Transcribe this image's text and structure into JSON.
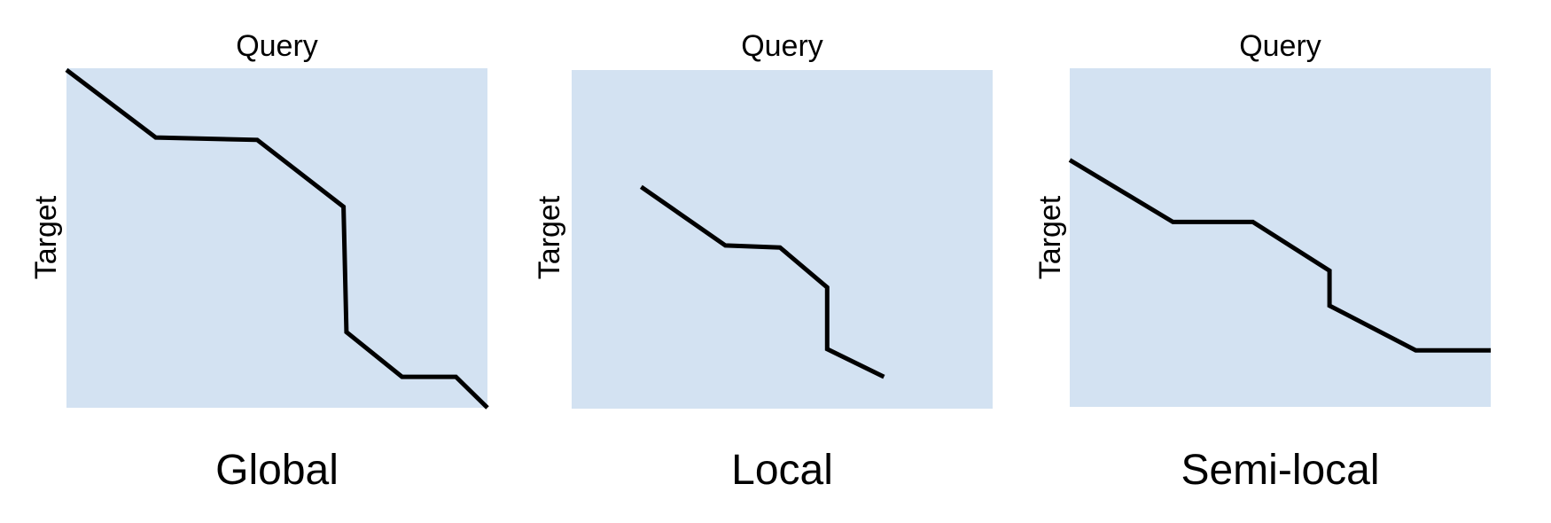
{
  "colors": {
    "plot_background": "#d3e2f2",
    "path_stroke": "#000000"
  },
  "panels": [
    {
      "id": "global",
      "query_label": "Query",
      "target_label": "Target",
      "caption": "Global",
      "path": [
        [
          0.0,
          0.005
        ],
        [
          0.212,
          0.204
        ],
        [
          0.453,
          0.211
        ],
        [
          0.658,
          0.408
        ],
        [
          0.665,
          0.777
        ],
        [
          0.797,
          0.909
        ],
        [
          0.925,
          0.909
        ],
        [
          1.0,
          1.0
        ]
      ]
    },
    {
      "id": "local",
      "query_label": "Query",
      "target_label": "Target",
      "caption": "Local",
      "path": [
        [
          0.165,
          0.345
        ],
        [
          0.365,
          0.518
        ],
        [
          0.495,
          0.524
        ],
        [
          0.607,
          0.642
        ],
        [
          0.607,
          0.824
        ],
        [
          0.742,
          0.906
        ]
      ]
    },
    {
      "id": "semi-local",
      "query_label": "Query",
      "target_label": "Target",
      "caption": "Semi-local",
      "path": [
        [
          0.0,
          0.271
        ],
        [
          0.245,
          0.454
        ],
        [
          0.435,
          0.454
        ],
        [
          0.617,
          0.598
        ],
        [
          0.617,
          0.701
        ],
        [
          0.822,
          0.833
        ],
        [
          1.0,
          0.833
        ]
      ]
    }
  ]
}
